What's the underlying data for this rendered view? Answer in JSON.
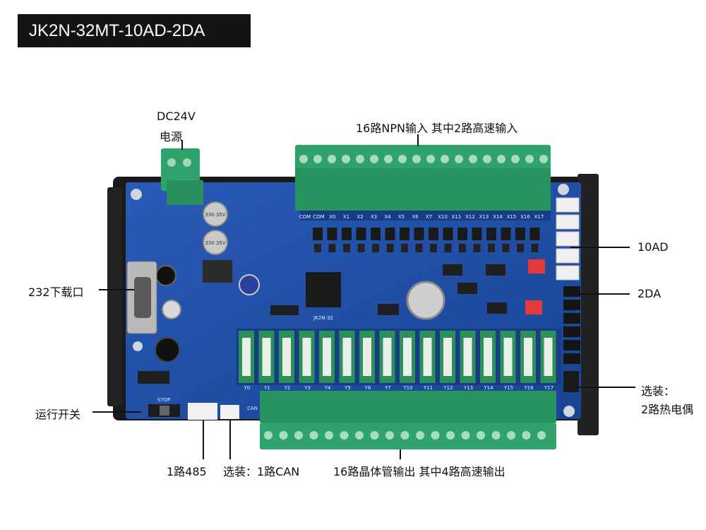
{
  "title": "JK2N-32MT-10AD-2DA",
  "labels": {
    "power_top": "DC24V",
    "power_bottom": "电源",
    "inputs": "16路NPN输入 其中2路高速输入",
    "analog_in": "10AD",
    "analog_out": "2DA",
    "serial": "232下载口",
    "run_switch": "运行开关",
    "rs485": "1路485",
    "can": "选装：1路CAN",
    "outputs": "16路晶体管输出 其中4路高速输出",
    "thermo_top": "选装：",
    "thermo_bottom": "2路热电偶"
  },
  "board": {
    "input_silk": [
      "COM",
      "COM",
      "X0",
      "X1",
      "X2",
      "X3",
      "X4",
      "X5",
      "X6",
      "X7",
      "X10",
      "X11",
      "X12",
      "X13",
      "X14",
      "X15",
      "X16",
      "X17"
    ],
    "output_silk": [
      "Y0",
      "Y1",
      "Y2",
      "Y3",
      "Y4",
      "Y5",
      "Y6",
      "Y7",
      "Y10",
      "Y11",
      "Y12",
      "Y13",
      "Y14",
      "Y15",
      "Y16",
      "Y17"
    ],
    "cap1": "330 35V",
    "cap2": "330 35V",
    "stop_run": [
      "STOP",
      "RUN"
    ],
    "can_silk": "CAN",
    "model_silk": "JK2N-32"
  },
  "colors": {
    "pcb": "#1f4fa8",
    "terminal": "#2fa36b",
    "housing": "#1a1a1a"
  }
}
